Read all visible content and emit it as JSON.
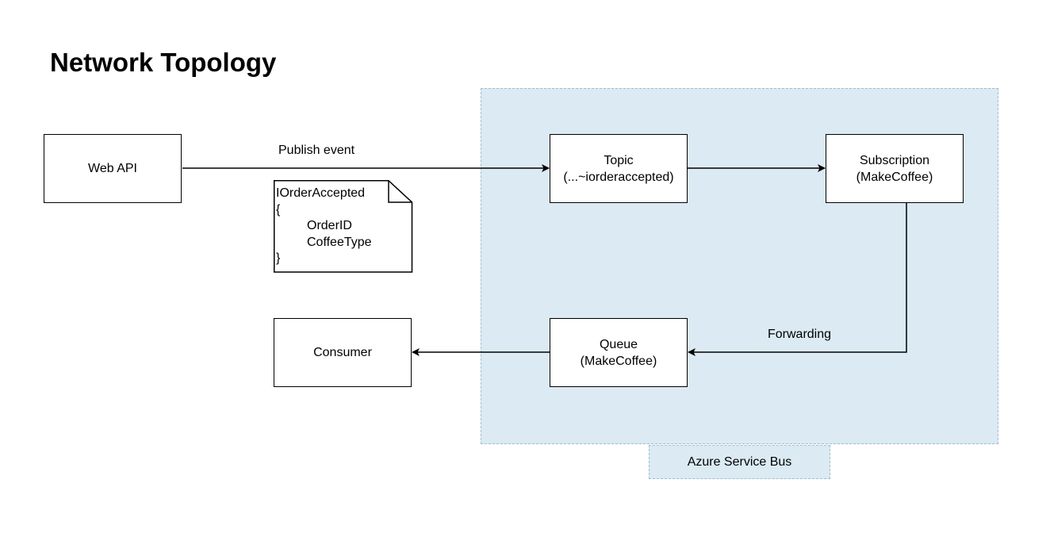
{
  "title": "Network Topology",
  "region": {
    "label": "Azure Service Bus",
    "fill": "#dbeaf3",
    "border": "#9fbdd2"
  },
  "nodes": {
    "web_api": {
      "label": "Web API"
    },
    "topic": {
      "line1": "Topic",
      "line2": "(...~iorderaccepted)"
    },
    "subscription": {
      "line1": "Subscription",
      "line2": "(MakeCoffee)"
    },
    "queue": {
      "line1": "Queue",
      "line2": "(MakeCoffee)"
    },
    "consumer": {
      "label": "Consumer"
    }
  },
  "edges": {
    "publish": {
      "label": "Publish event"
    },
    "forwarding": {
      "label": "Forwarding"
    }
  },
  "note": {
    "lines": [
      "IOrderAccepted",
      "{",
      "OrderID",
      "CoffeeType",
      "}"
    ]
  }
}
